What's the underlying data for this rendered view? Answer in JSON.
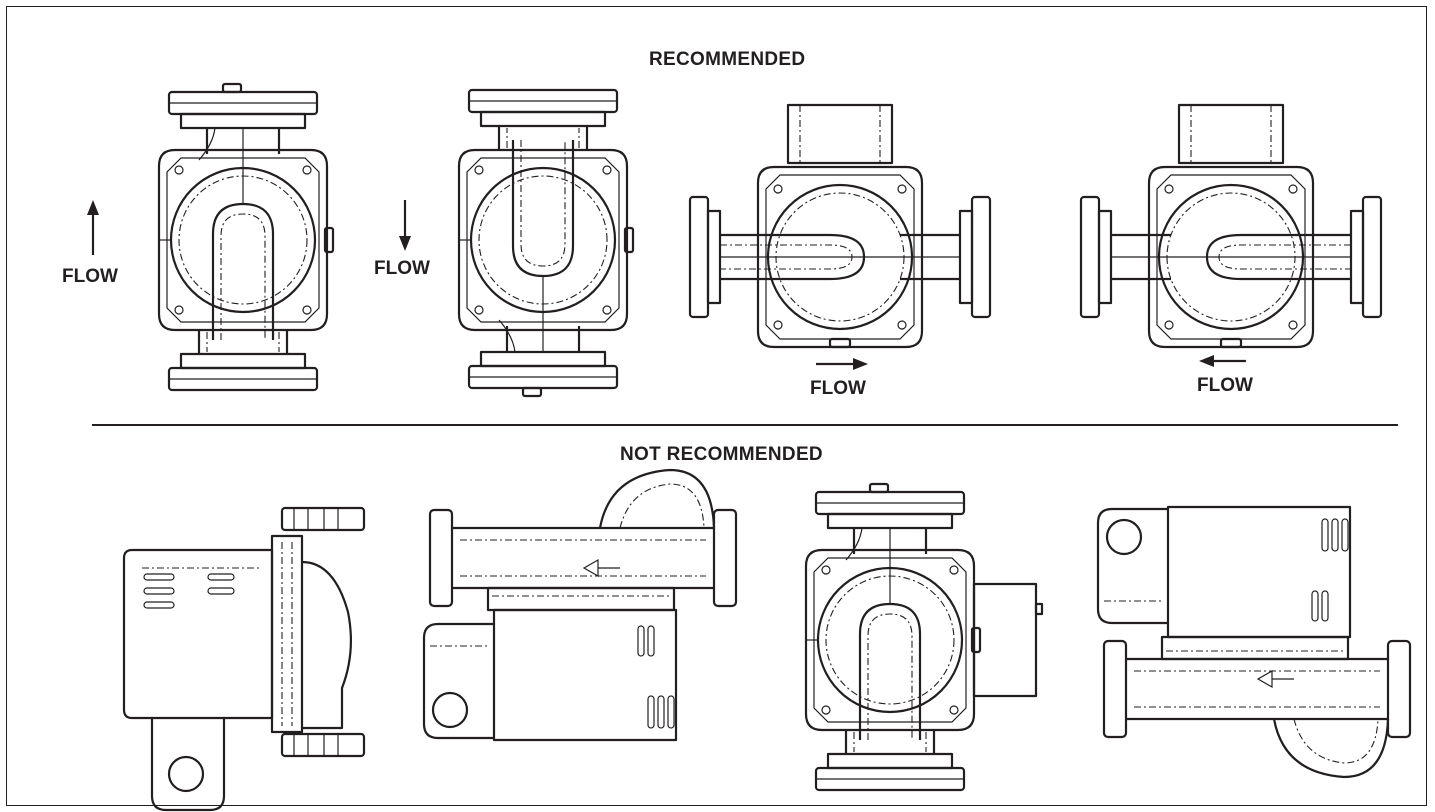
{
  "sections": {
    "recommended_title": "RECOMMENDED",
    "not_recommended_title": "NOT RECOMMENDED"
  },
  "flow_labels": [
    "FLOW",
    "FLOW",
    "FLOW",
    "FLOW"
  ],
  "recommended_orientations": [
    {
      "flow_direction": "up"
    },
    {
      "flow_direction": "down"
    },
    {
      "flow_direction": "right"
    },
    {
      "flow_direction": "left"
    }
  ],
  "not_recommended_orientations": [
    {
      "motor_position": "left"
    },
    {
      "motor_position": "below"
    },
    {
      "motor_position": "right"
    },
    {
      "motor_position": "above"
    }
  ],
  "colors": {
    "ink": "#231f20",
    "background": "#ffffff"
  }
}
